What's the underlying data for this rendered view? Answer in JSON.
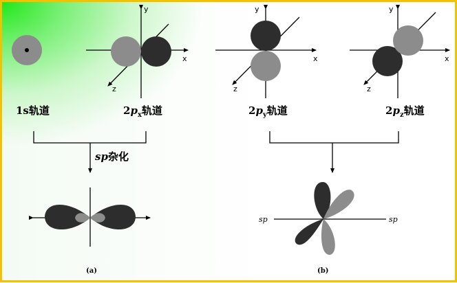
{
  "labels": {
    "orbital_1s": "1s轨道",
    "orbital_2px_prefix": "2",
    "orbital_2px_p": "p",
    "orbital_2px_sub": "x",
    "orbital_2px_suffix": "轨道",
    "orbital_2py_prefix": "2",
    "orbital_2py_p": "p",
    "orbital_2py_sub": "y",
    "orbital_2py_suffix": "轨道",
    "orbital_2pz_prefix": "2",
    "orbital_2pz_p": "p",
    "orbital_2pz_sub": "z",
    "orbital_2pz_suffix": "轨道",
    "hybrid_sp": "sp",
    "hybrid_suffix": "杂化"
  },
  "axes": {
    "x": "x",
    "y": "y",
    "z": "z"
  },
  "sp_axis_label": "sp",
  "captions": {
    "a": "(a)",
    "b": "(b)"
  },
  "colors": {
    "border": "#f2c200",
    "dark_lobe": "#2d2d2d",
    "grey_lobe": "#8c8c8c",
    "bg_green": "#22e81a"
  }
}
